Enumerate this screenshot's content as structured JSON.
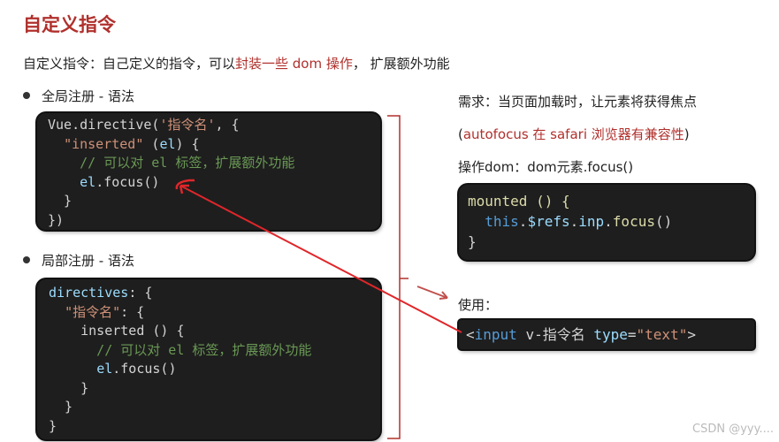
{
  "title": "自定义指令",
  "intro": {
    "prefix": "自定义指令：自己定义的指令，可以",
    "highlight": "封装一些 dom 操作",
    "suffix": "， 扩展额外功能"
  },
  "bullets": [
    "全局注册 - 语法",
    "局部注册 - 语法"
  ],
  "global_code": [
    [
      {
        "t": "Vue.directive(",
        "c": "txt"
      },
      {
        "t": "'指令名'",
        "c": "str"
      },
      {
        "t": ", {",
        "c": "txt"
      }
    ],
    [
      {
        "t": "  ",
        "c": "txt"
      },
      {
        "t": "\"inserted\"",
        "c": "str"
      },
      {
        "t": " (",
        "c": "txt"
      },
      {
        "t": "el",
        "c": "id"
      },
      {
        "t": ") {",
        "c": "txt"
      }
    ],
    [
      {
        "t": "    // 可以对 el 标签，扩展额外功能",
        "c": "com"
      }
    ],
    [
      {
        "t": "    ",
        "c": "txt"
      },
      {
        "t": "el",
        "c": "id"
      },
      {
        "t": ".focus()",
        "c": "txt"
      }
    ],
    [
      {
        "t": "  }",
        "c": "txt"
      }
    ],
    [
      {
        "t": "})",
        "c": "txt"
      }
    ]
  ],
  "local_code": [
    [
      {
        "t": "directives",
        "c": "id"
      },
      {
        "t": ": {",
        "c": "txt"
      }
    ],
    [
      {
        "t": "  ",
        "c": "txt"
      },
      {
        "t": "\"指令名\"",
        "c": "str"
      },
      {
        "t": ": {",
        "c": "txt"
      }
    ],
    [
      {
        "t": "    inserted () {",
        "c": "txt"
      }
    ],
    [
      {
        "t": "      // 可以对 el 标签，扩展额外功能",
        "c": "com"
      }
    ],
    [
      {
        "t": "      ",
        "c": "txt"
      },
      {
        "t": "el",
        "c": "id"
      },
      {
        "t": ".focus()",
        "c": "txt"
      }
    ],
    [
      {
        "t": "    }",
        "c": "txt"
      }
    ],
    [
      {
        "t": "  }",
        "c": "txt"
      }
    ],
    [
      {
        "t": "}",
        "c": "txt"
      }
    ]
  ],
  "right": {
    "requirement": "需求：当页面加载时，让元素将获得焦点",
    "note_open": "(",
    "note": "autofocus 在 safari 浏览器有兼容性",
    "note_close": ")",
    "dom_op": "操作dom：dom元素.focus()",
    "usage_label": "使用："
  },
  "mounted_code": [
    [
      {
        "t": "mounted () {",
        "c": "fn"
      }
    ],
    [
      {
        "t": "  ",
        "c": "txt"
      },
      {
        "t": "this",
        "c": "kw"
      },
      {
        "t": ".",
        "c": "txt"
      },
      {
        "t": "$refs",
        "c": "id"
      },
      {
        "t": ".",
        "c": "txt"
      },
      {
        "t": "inp",
        "c": "id"
      },
      {
        "t": ".",
        "c": "txt"
      },
      {
        "t": "focus",
        "c": "fn"
      },
      {
        "t": "()",
        "c": "txt"
      }
    ],
    [
      {
        "t": "}",
        "c": "txt"
      }
    ]
  ],
  "usage_code": [
    [
      {
        "t": "<",
        "c": "txt"
      },
      {
        "t": "input",
        "c": "kw"
      },
      {
        "t": " v-指令名 ",
        "c": "txt"
      },
      {
        "t": "type",
        "c": "id"
      },
      {
        "t": "=",
        "c": "txt"
      },
      {
        "t": "\"text\"",
        "c": "str"
      },
      {
        "t": ">",
        "c": "txt"
      }
    ]
  ],
  "watermark": "CSDN @yyy....",
  "colors": {
    "accent": "#b0302c",
    "code_bg": "#1e1e1e",
    "annotation": "#e0262a"
  }
}
